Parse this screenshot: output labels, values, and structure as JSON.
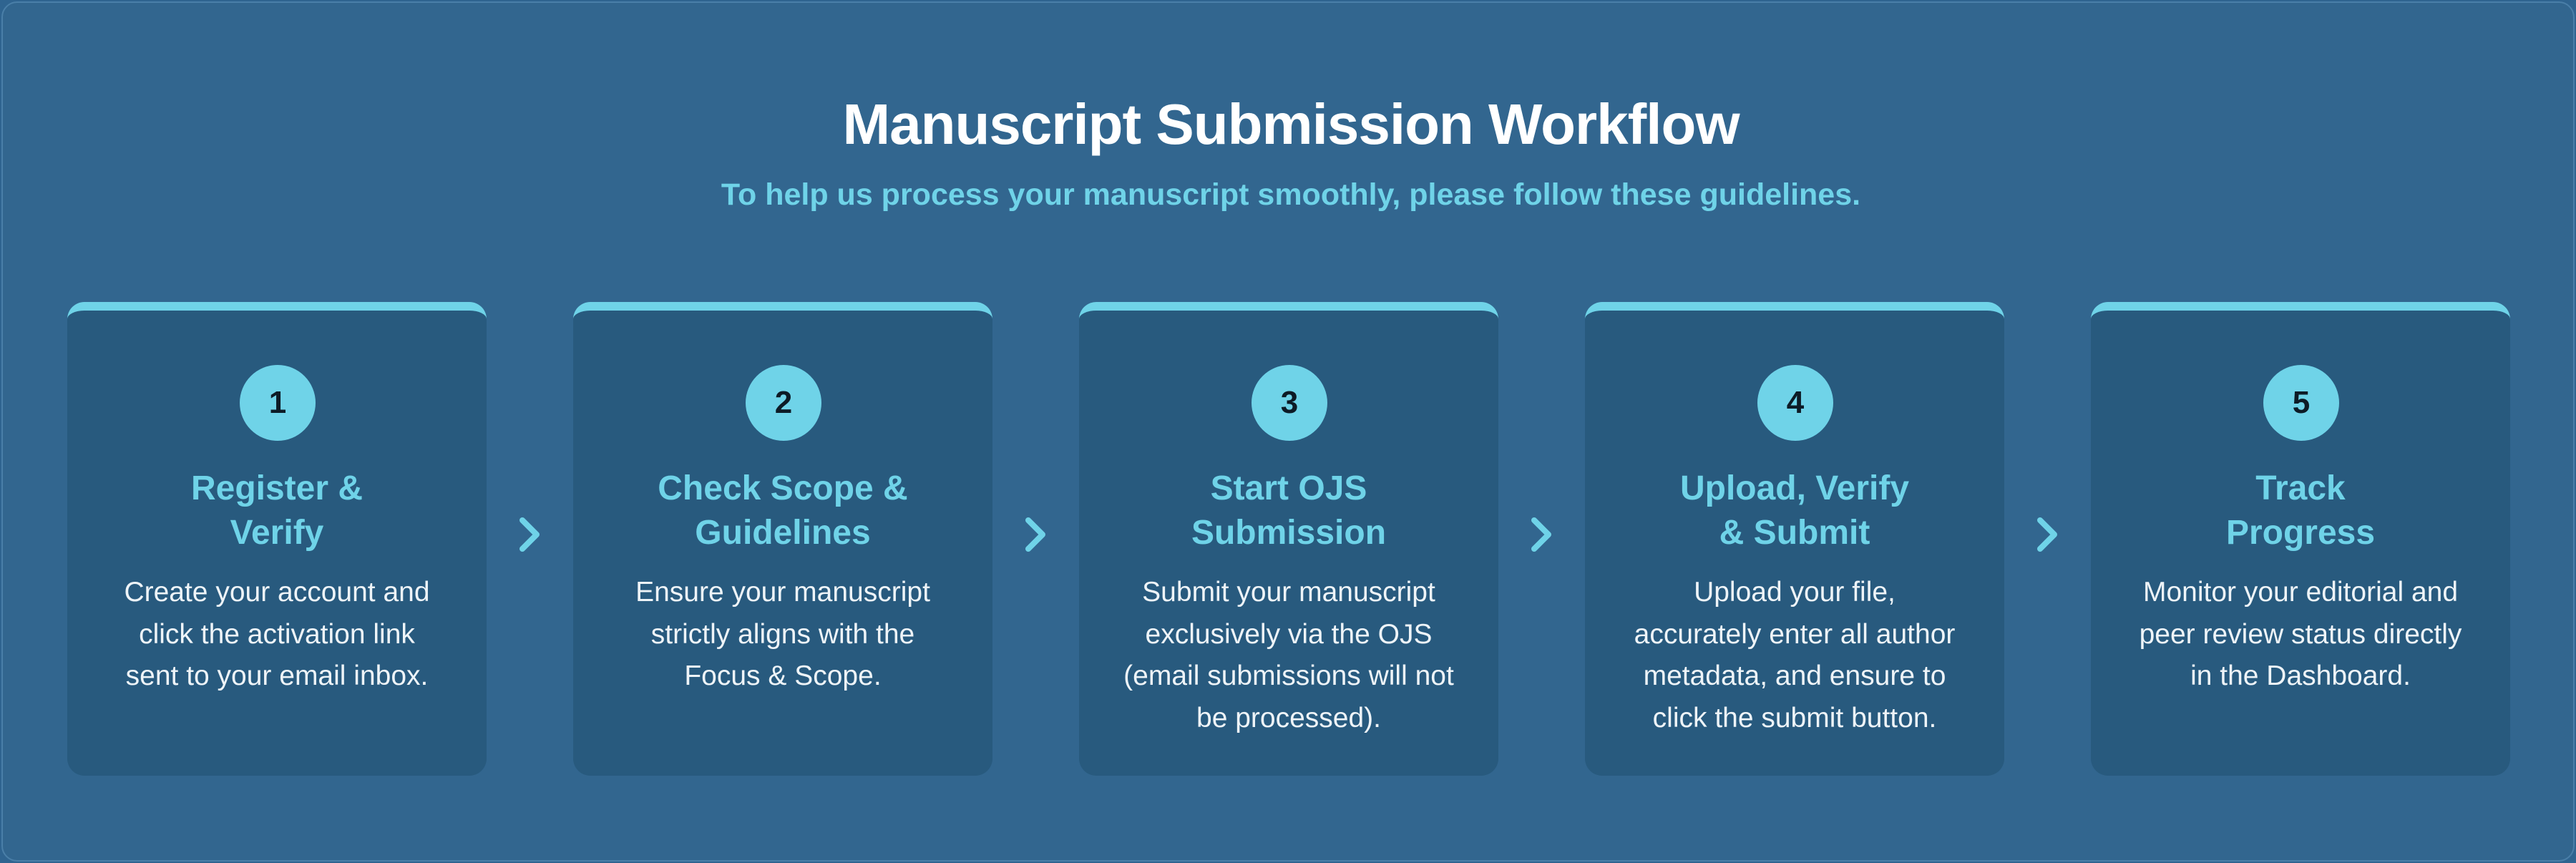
{
  "header": {
    "title": "Manuscript Submission Workflow",
    "subtitle": "To help us process your manuscript smoothly, please follow these guidelines."
  },
  "colors": {
    "background": "#32668f",
    "card": "#285a7e",
    "accent": "#6fd3e8",
    "title": "#ffffff",
    "body_text": "#eef4f8"
  },
  "steps": [
    {
      "number": "1",
      "title_line1": "Register &",
      "title_line2": "Verify",
      "description_lines": [
        "Create your account and",
        "click the activation link",
        "sent to your email inbox."
      ]
    },
    {
      "number": "2",
      "title_line1": "Check Scope &",
      "title_line2": "Guidelines",
      "description_lines": [
        "Ensure your manuscript",
        "strictly aligns with the",
        "Focus & Scope."
      ]
    },
    {
      "number": "3",
      "title_line1": "Start OJS",
      "title_line2": "Submission",
      "description_lines": [
        "Submit your manuscript",
        "exclusively via the OJS",
        "(email submissions will not",
        "be processed)."
      ]
    },
    {
      "number": "4",
      "title_line1": "Upload, Verify",
      "title_line2": "& Submit",
      "description_lines": [
        "Upload your file,",
        "accurately enter all author",
        "metadata, and ensure to",
        "click the submit button."
      ]
    },
    {
      "number": "5",
      "title_line1": "Track",
      "title_line2": "Progress",
      "description_lines": [
        "Monitor your editorial and",
        "peer review status directly",
        "in the Dashboard."
      ]
    }
  ],
  "connector_icon": "chevron-right-icon"
}
